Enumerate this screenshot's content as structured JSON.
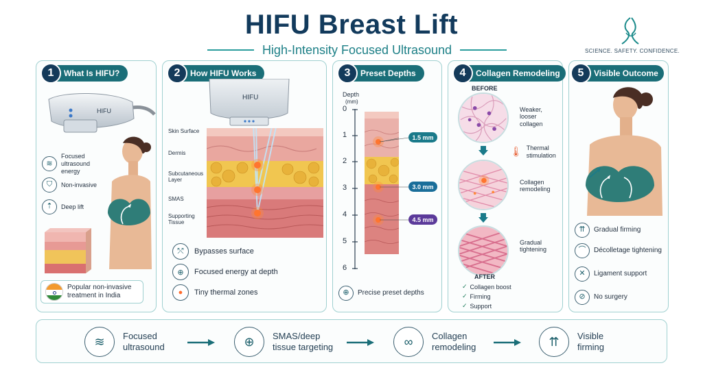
{
  "header": {
    "title": "HIFU Breast Lift",
    "subtitle": "High-Intensity Focused Ultrasound",
    "brand_tagline": "SCIENCE. SAFETY. CONFIDENCE."
  },
  "panel1": {
    "number": "1",
    "title": "What Is HIFU?",
    "device_label": "HIFU",
    "features": [
      {
        "icon": "ultrasound-waves-icon",
        "label": "Focused ultrasound energy"
      },
      {
        "icon": "shield-icon",
        "label": "Non-invasive"
      },
      {
        "icon": "arrows-up-icon",
        "label": "Deep lift"
      }
    ],
    "badge": "Popular non-invasive treatment in India"
  },
  "panel2": {
    "number": "2",
    "title": "How HIFU Works",
    "device_label": "HIFU",
    "layers": [
      "Skin Surface",
      "Dermis",
      "Subcutaneous Layer",
      "SMAS",
      "Supporting Tissue"
    ],
    "features": [
      {
        "icon": "bypass-icon",
        "label": "Bypasses surface"
      },
      {
        "icon": "target-icon",
        "label": "Focused energy at depth"
      },
      {
        "icon": "thermal-dot-icon",
        "label": "Tiny thermal zones"
      }
    ]
  },
  "panel3": {
    "number": "3",
    "title": "Preset Depths",
    "axis_label": "Depth",
    "axis_unit": "(mm)",
    "ticks": [
      "0",
      "1",
      "2",
      "3",
      "4",
      "5",
      "6"
    ],
    "depths": [
      "1.5 mm",
      "3.0 mm",
      "4.5 mm"
    ],
    "footer": "Precise preset depths"
  },
  "panel4": {
    "number": "4",
    "title": "Collagen Remodeling",
    "before_label": "BEFORE",
    "after_label": "AFTER",
    "stages": [
      "Weaker, looser collagen",
      "Thermal stimulation",
      "Collagen remodeling",
      "Gradual tightening"
    ],
    "checks": [
      "Collagen boost",
      "Firming",
      "Support"
    ]
  },
  "panel5": {
    "number": "5",
    "title": "Visible Outcome",
    "features": [
      {
        "icon": "firming-arrows-icon",
        "label": "Gradual firming"
      },
      {
        "icon": "decolletage-icon",
        "label": "Décolletage tightening"
      },
      {
        "icon": "ligament-icon",
        "label": "Ligament support"
      },
      {
        "icon": "no-scalpel-icon",
        "label": "No surgery"
      }
    ]
  },
  "process": [
    {
      "icon": "ultrasound-waves-icon",
      "label": "Focused ultrasound"
    },
    {
      "icon": "target-icon",
      "label": "SMAS/deep tissue targeting"
    },
    {
      "icon": "dna-icon",
      "label": "Collagen remodeling"
    },
    {
      "icon": "arrows-up-icon",
      "label": "Visible firming"
    }
  ],
  "colors": {
    "navy": "#123a5c",
    "teal": "#1a6e78",
    "accent": "#2a9d9d",
    "depth_1": "#1a7a8a",
    "depth_2": "#1a6e9a",
    "depth_3": "#5b3a9a"
  }
}
